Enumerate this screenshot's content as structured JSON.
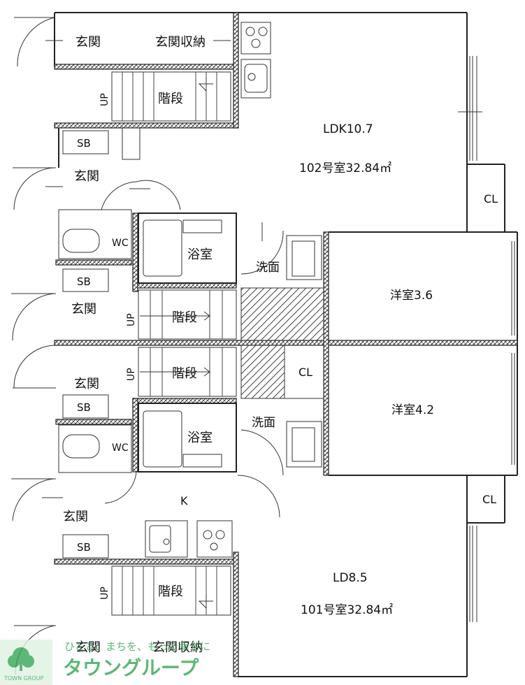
{
  "unit_102": {
    "entrance": "玄関",
    "entrance_storage": "玄関収納",
    "stairs": "階段",
    "up": "UP",
    "ldk": "LDK10.7",
    "room_info": "102号室32.84㎡",
    "closet": "CL"
  },
  "middle": {
    "sb_top": "SB",
    "entrance_a": "玄関",
    "wc_a": "WC",
    "bath_a": "浴室",
    "washroom_a": "洗面",
    "sb_a": "SB",
    "entrance_b": "玄関",
    "stairs_a": "階段",
    "up_a": "UP",
    "western_room_a": "洋室3.6",
    "stairs_b": "階段",
    "up_b": "UP",
    "closet_mid": "CL",
    "entrance_c": "玄関",
    "sb_b": "SB",
    "western_room_b": "洋室4.2",
    "wc_b": "WC",
    "bath_b": "浴室",
    "washroom_b": "洗面",
    "kitchen": "K",
    "closet_right": "CL"
  },
  "unit_101": {
    "entrance": "玄関",
    "sb": "SB",
    "stairs": "階段",
    "up": "UP",
    "ld": "LD8.5",
    "room_info": "101号室32.84㎡",
    "entrance_bottom": "玄関",
    "entrance_storage": "玄関収納"
  },
  "watermark": {
    "tagline": "ひとと、まちを、もっと幸せに",
    "brand_kana": "タウングループ",
    "brand_en": "TOWN GROUP"
  },
  "colors": {
    "line": "#222222",
    "watermark": "#3aa85a"
  }
}
